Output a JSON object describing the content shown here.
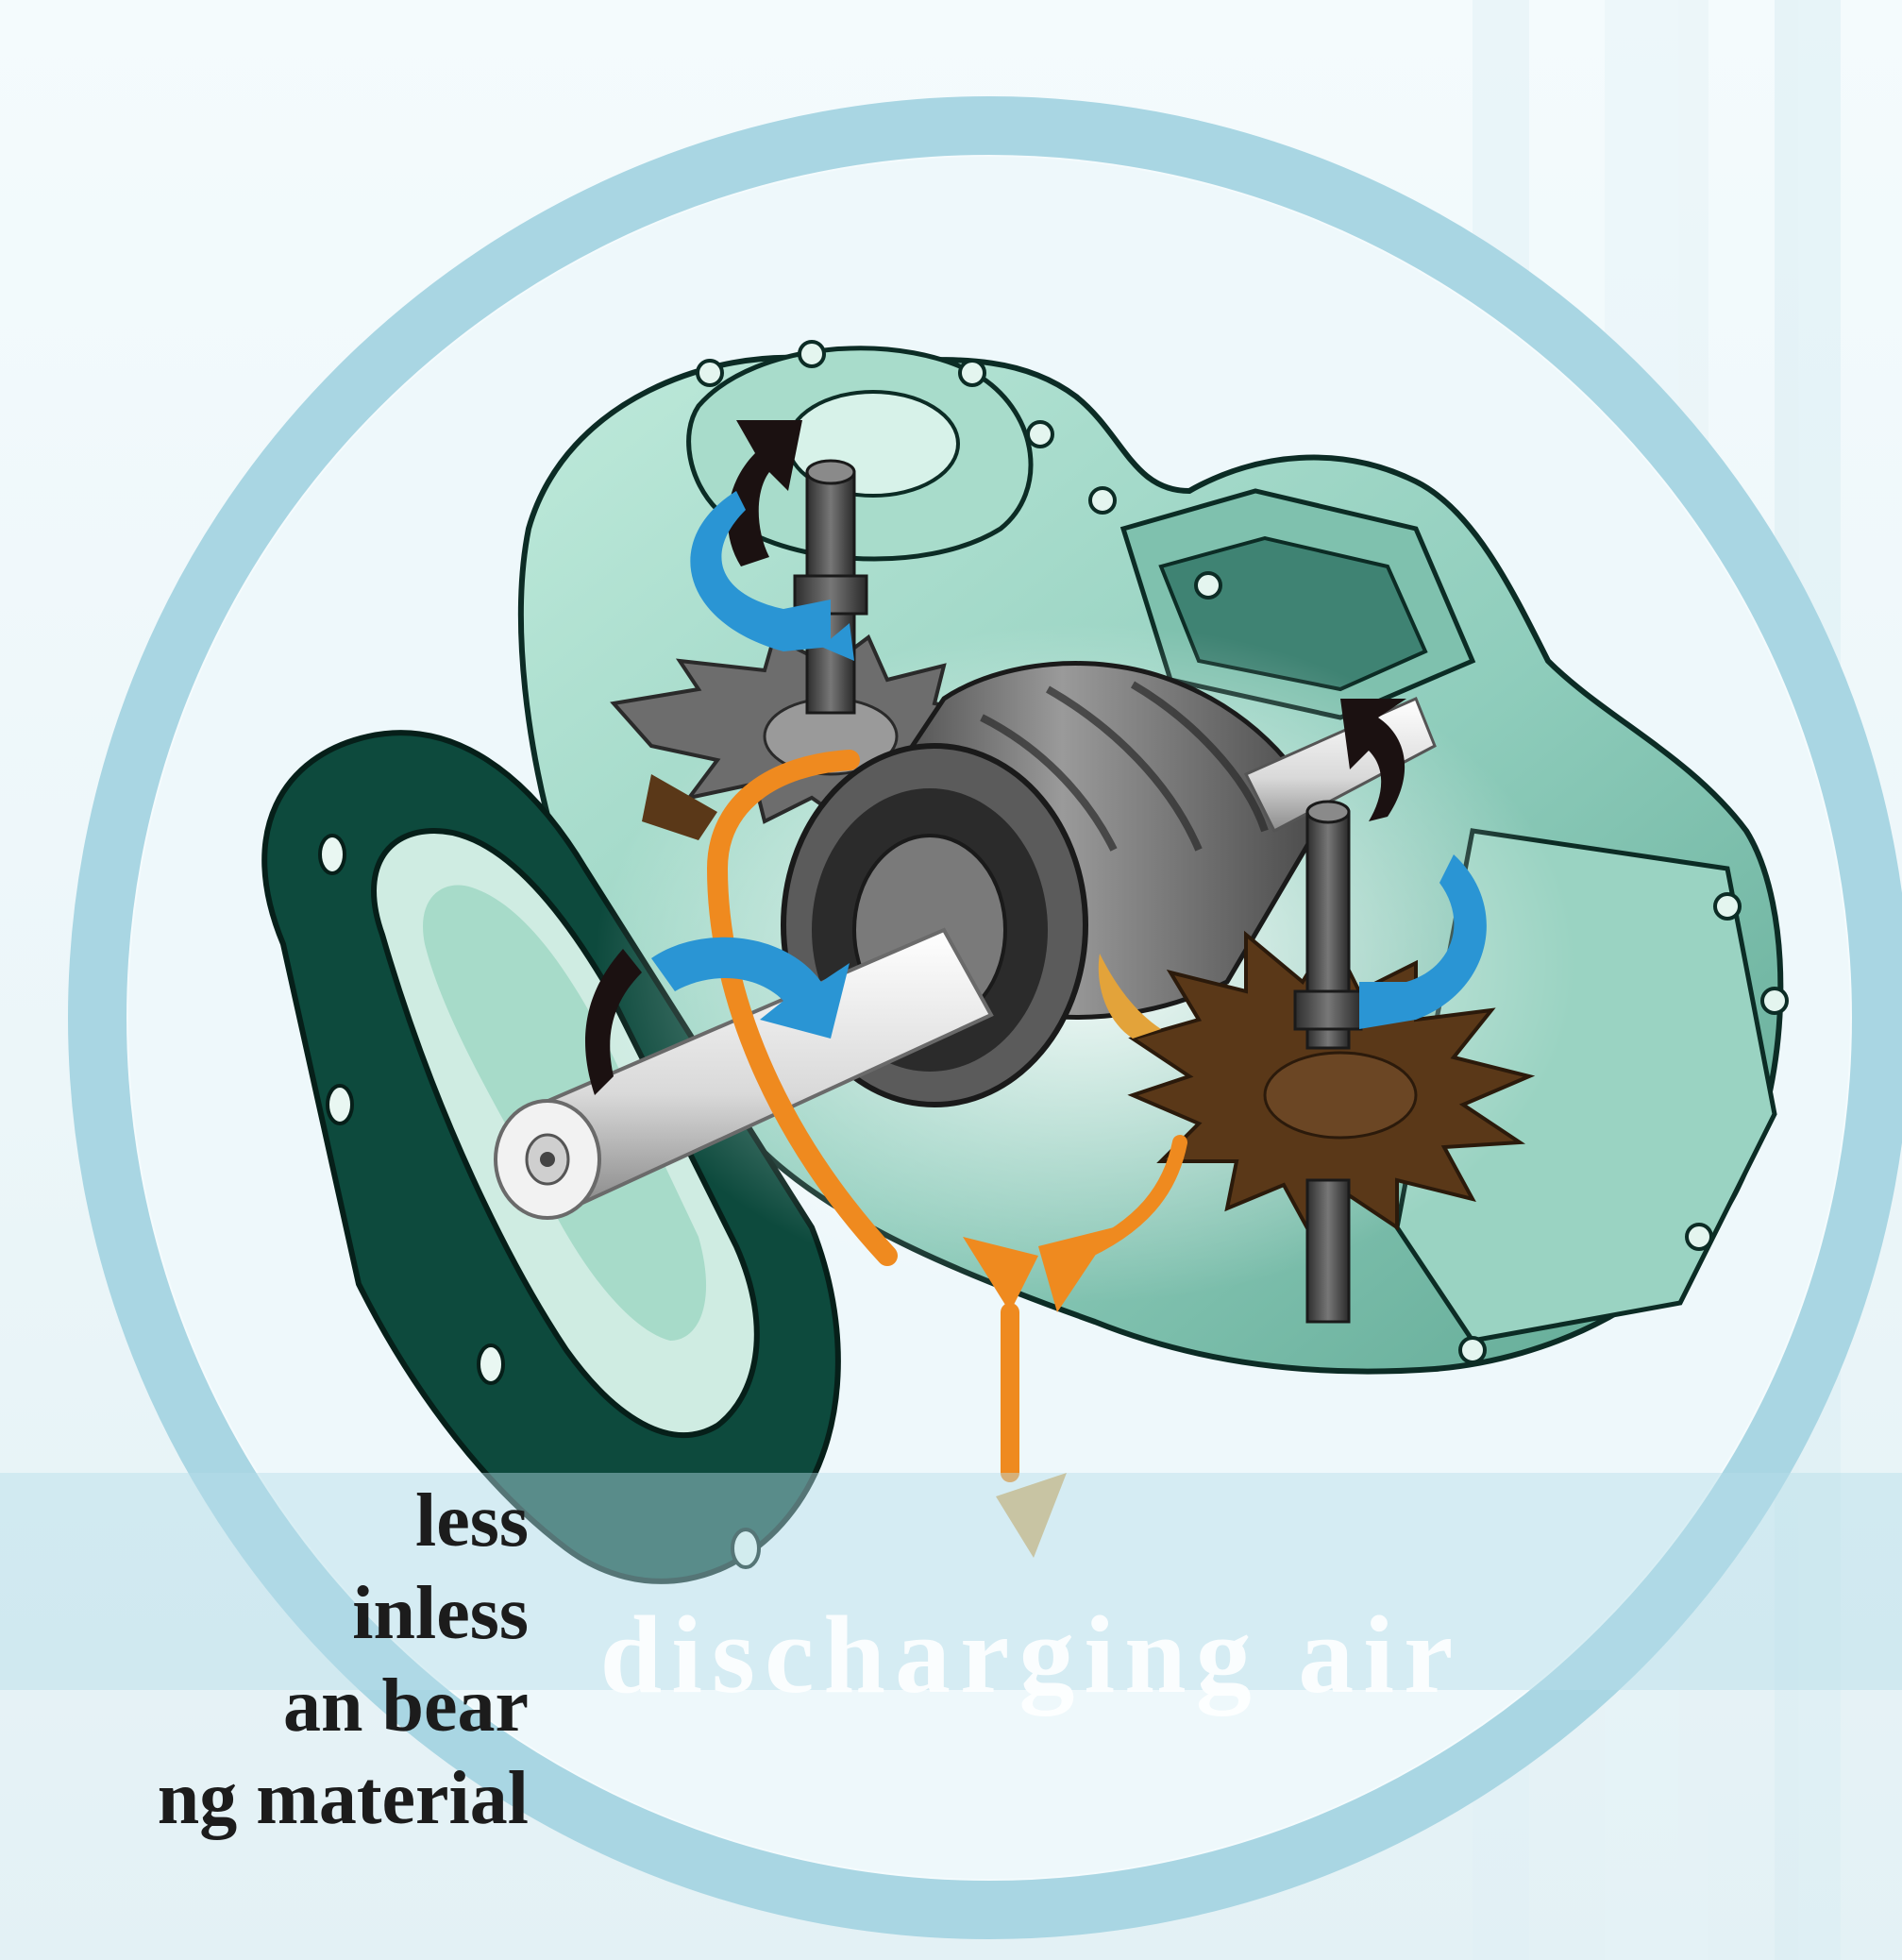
{
  "caption": "discharging air",
  "side_text_lines": [
    "less",
    "inless",
    "an bear",
    "ng material"
  ],
  "colors": {
    "ring": "#a9d6e3",
    "housing": "#8ecfbd",
    "housing_dark": "#0d4a3d",
    "flow_arrow": "#ef8a1f",
    "rotation_arrow": "#2a95d4",
    "gate_rotor": "#5a3818",
    "rotor": "#5b5b5b"
  }
}
